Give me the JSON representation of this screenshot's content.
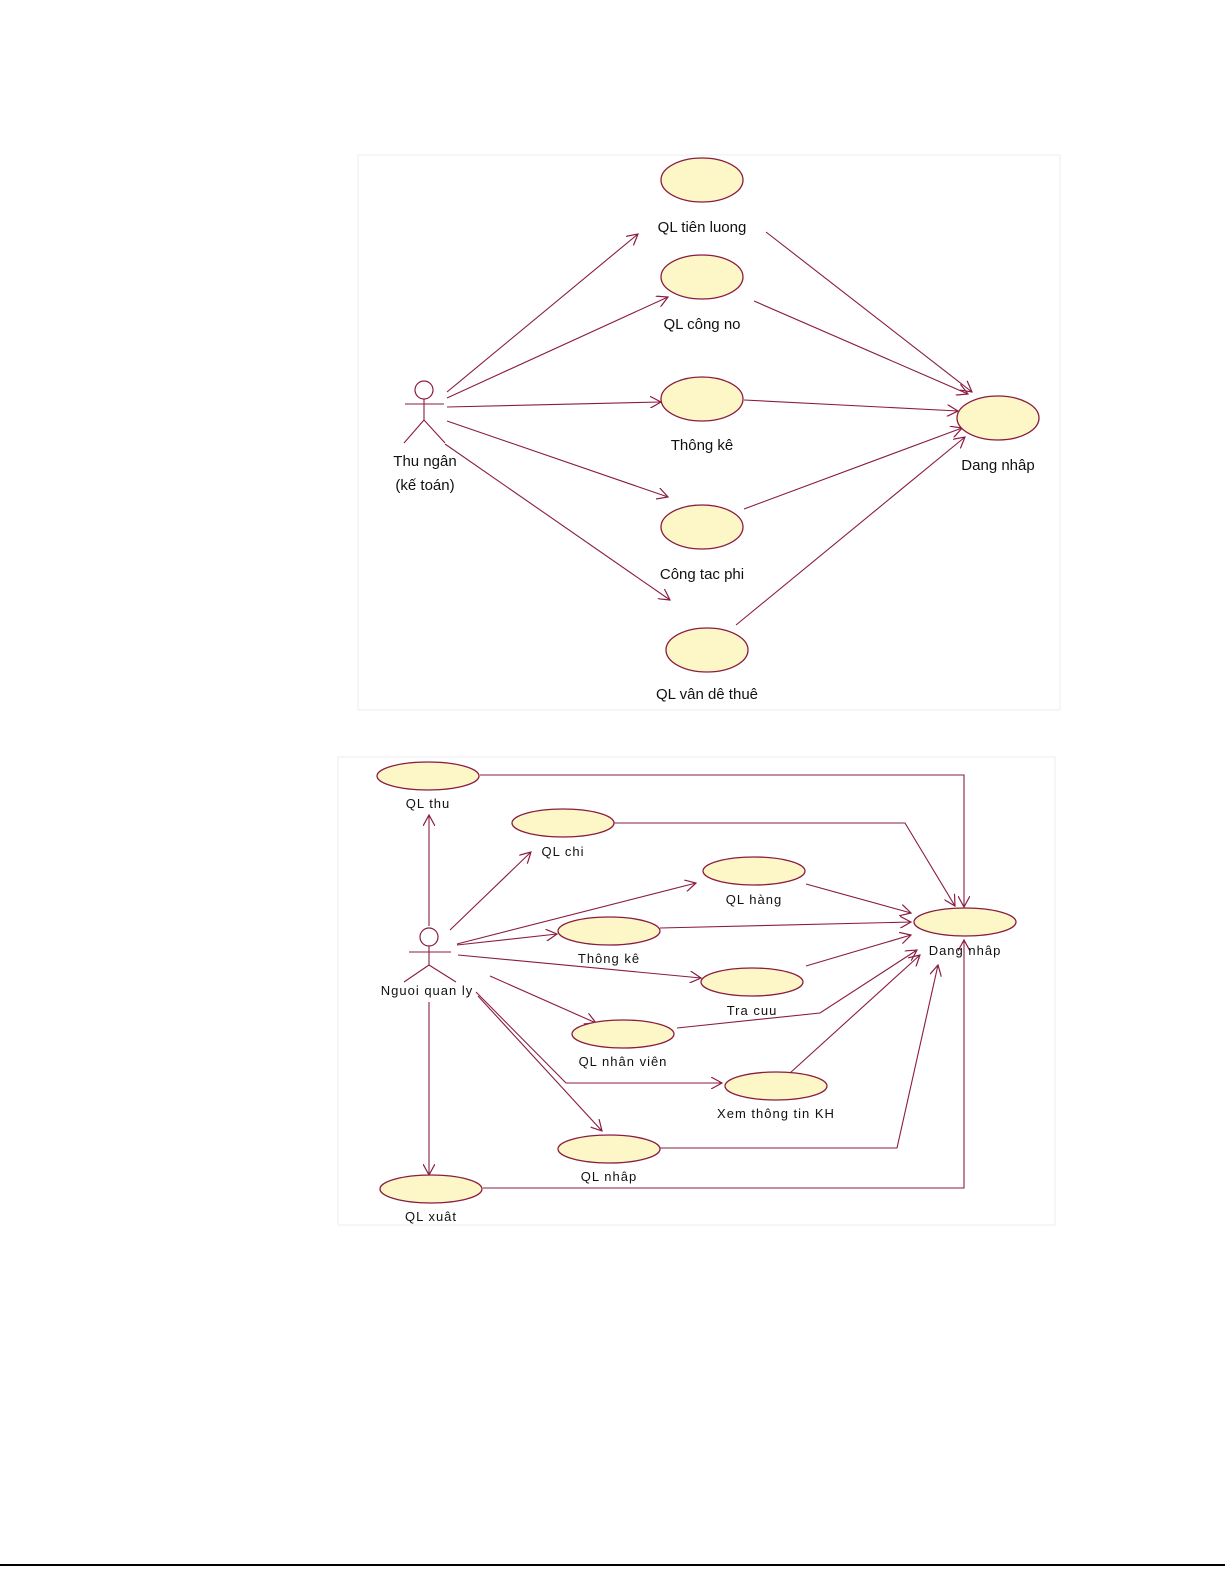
{
  "diagram1": {
    "actor": {
      "line1": "Thu ngân",
      "line2": "(kế toán)"
    },
    "use_cases": [
      "QL tiên luong",
      "QL công no",
      "Thông kê",
      "Công tac phi",
      "QL vân dê thuê"
    ],
    "target": "Dang nhâp"
  },
  "diagram2": {
    "actor": "Nguoi quan ly",
    "use_cases": [
      "QL thu",
      "QL chi",
      "QL hàng",
      "Thông kê",
      "Tra cuu",
      "QL nhân viên",
      "Xem thông tin KH",
      "QL nhâp",
      "QL xuât"
    ],
    "target": "Dang nhâp"
  },
  "colors": {
    "stroke": "#8a1c40",
    "fill": "#fdf6c6"
  }
}
